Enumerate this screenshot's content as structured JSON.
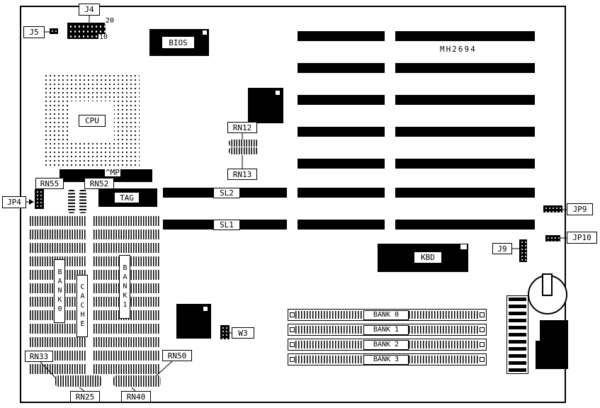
{
  "board": {
    "model": "MH2694"
  },
  "labels": {
    "j4": "J4",
    "j4_pin_top": "20",
    "j4_pin_bottom": "10",
    "j5": "J5",
    "bios": "BIOS",
    "cpu": "CPU",
    "mp": "^MP",
    "rn55": "RN55",
    "rn52": "RN52",
    "tag": "TAG",
    "jp4": "JP4",
    "rn12": "RN12",
    "rn13": "RN13",
    "sl2": "SL2",
    "sl1": "SL1",
    "kbd": "KBD",
    "j9": "J9",
    "jp9": "JP9",
    "jp10": "JP10",
    "w3": "W3",
    "rn33": "RN33",
    "rn50": "RN50",
    "rn25": "RN25",
    "rn40": "RN40",
    "cache_bank0": "BANK0",
    "cache_label": "CACHE",
    "cache_bank1": "BANK1"
  },
  "simm_banks": [
    "BANK 0",
    "BANK 1",
    "BANK 2",
    "BANK 3"
  ]
}
